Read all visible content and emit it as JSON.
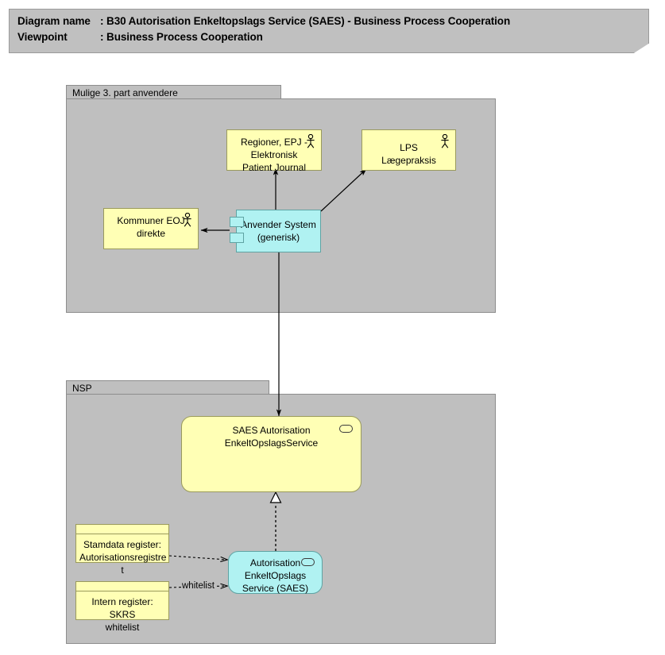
{
  "header": {
    "diagram_name_label": "Diagram name ",
    "diagram_name_sep": ": ",
    "diagram_name_value": "B30 Autorisation Enkeltopslags Service (SAES) - Business Process Cooperation",
    "viewpoint_label": "Viewpoint",
    "viewpoint_sep": ": ",
    "viewpoint_value": "Business Process Cooperation"
  },
  "groups": [
    {
      "id": "third-party",
      "label": "Mulige 3. part anvendere"
    },
    {
      "id": "nsp",
      "label": "NSP"
    }
  ],
  "nodes": {
    "regioner": {
      "label": "Regioner, EPJ -\nElektronisk\nPatient Journal",
      "type": "business-actor",
      "icon": "actor-icon"
    },
    "lps": {
      "label": "LPS\nLægepraksis",
      "type": "business-actor",
      "icon": "actor-icon"
    },
    "kommuner": {
      "label": "Kommuner EOJ\ndirekte",
      "type": "business-actor",
      "icon": "actor-icon"
    },
    "anvender_system": {
      "label": "Anvender System\n(generisk)",
      "type": "component",
      "icon": "component-icon"
    },
    "saes_service": {
      "label": "SAES Autorisation\nEnkeltOpslagsService",
      "type": "application-service",
      "icon": "oval-icon"
    },
    "autorisation_saes": {
      "label": "Autorisation\nEnkeltOpslags\nService (SAES)",
      "type": "application-service",
      "icon": "oval-icon"
    },
    "stamdata_register": {
      "label": "Stamdata register:\nAutorisationsregistre\nt",
      "type": "register",
      "icon": "register-icon"
    },
    "intern_register": {
      "label": "Intern register: SKRS\nwhitelist",
      "type": "register",
      "icon": "register-icon"
    }
  },
  "edge_labels": {
    "whitelist": "whitelist"
  },
  "colors": {
    "page_background": "#ffffff",
    "banner_fill": "#c0c0c0",
    "group_fill": "#bfbfbf",
    "group_border": "#8d8d8d",
    "actor_fill": "#ffffb5",
    "actor_border": "#9a9a5c",
    "component_fill": "#b0f2f2",
    "component_border": "#5fa3a3",
    "line": "#000000"
  }
}
